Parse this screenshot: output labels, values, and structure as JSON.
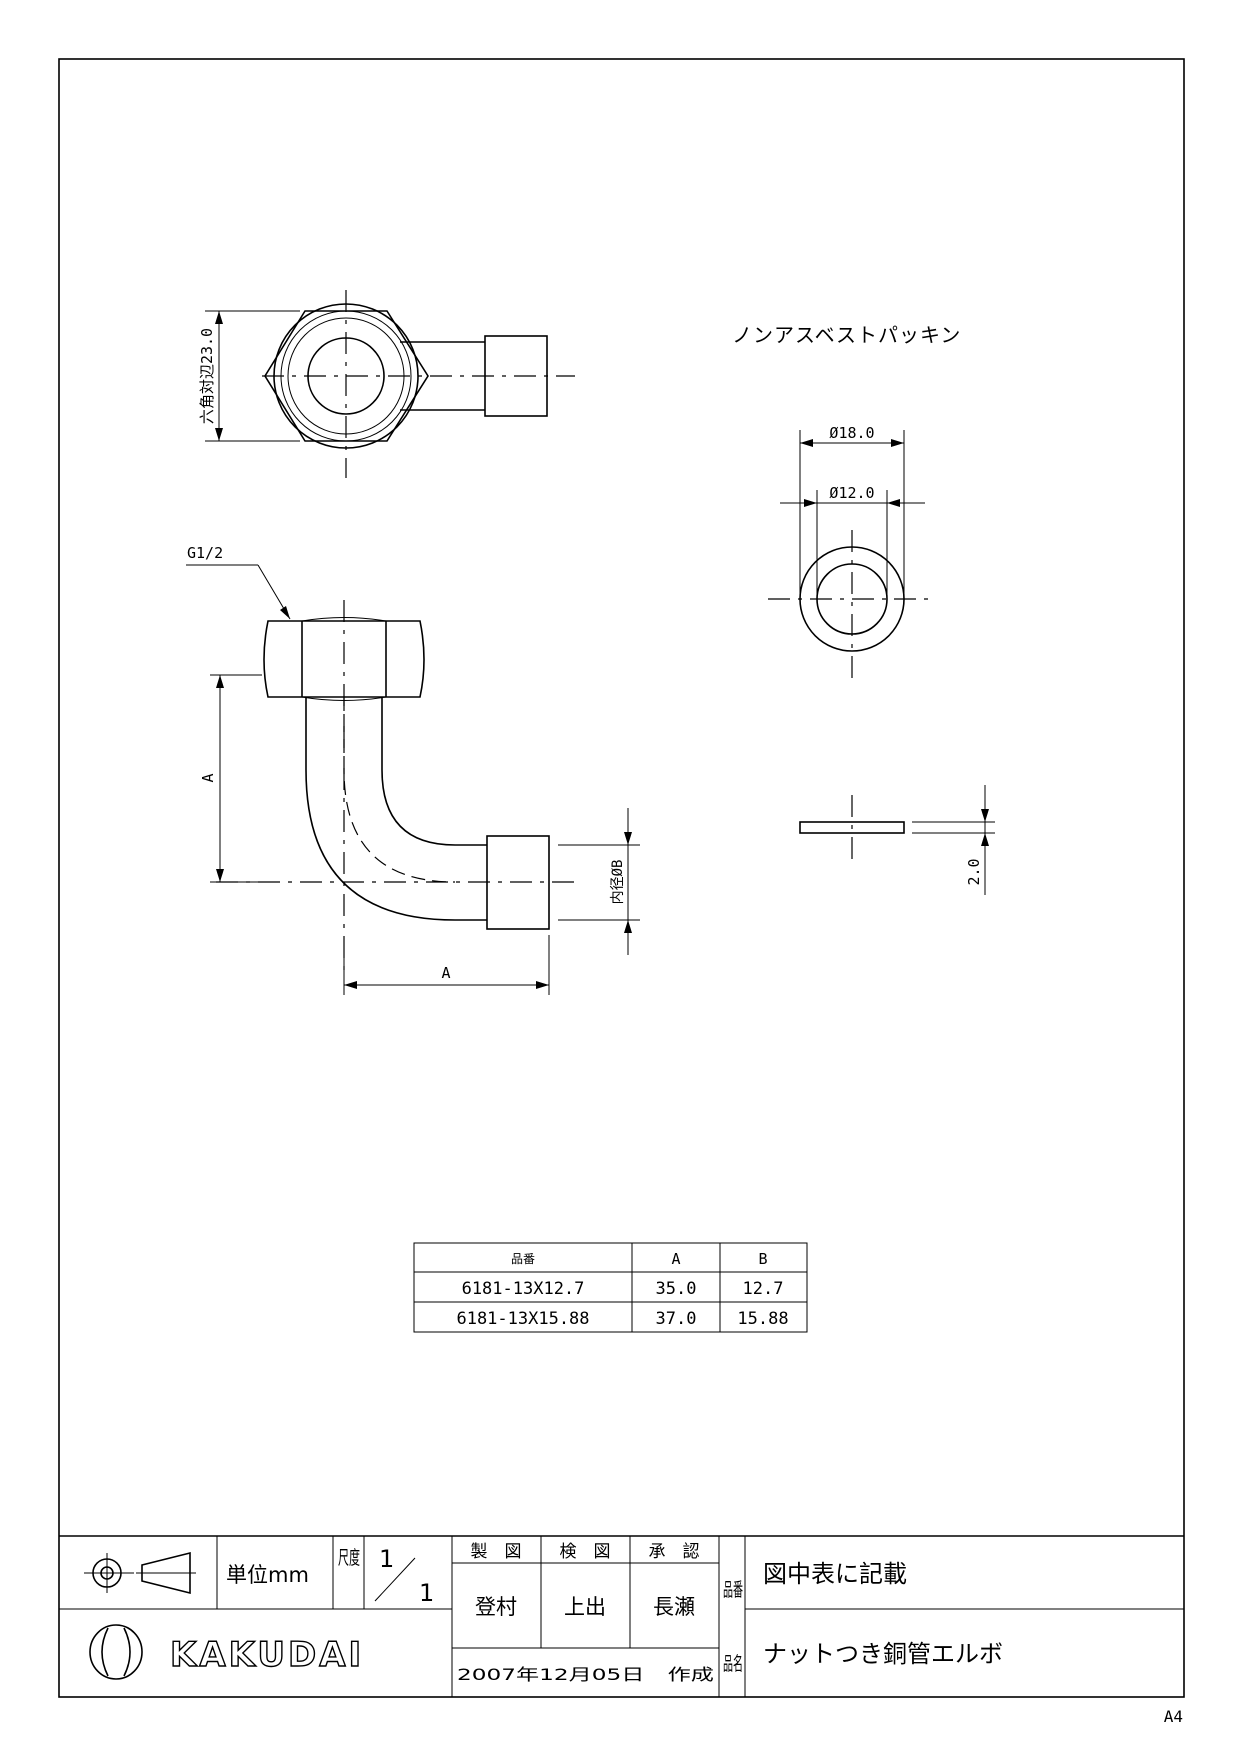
{
  "drawing": {
    "top_view": {
      "hex_flat_label": "六角対辺23.0"
    },
    "side_view": {
      "thread_label": "G1/2",
      "dim_a_vertical": "A",
      "dim_a_horizontal": "A",
      "inner_diameter_label": "内径ØB"
    },
    "packing": {
      "title": "ノンアスベストパッキン",
      "outer_dia": "Ø18.0",
      "inner_dia": "Ø12.0",
      "thickness": "2.0"
    }
  },
  "spec_table": {
    "headers": [
      "品番",
      "A",
      "B"
    ],
    "rows": [
      [
        "6181-13X12.7",
        "35.0",
        "12.7"
      ],
      [
        "6181-13X15.88",
        "37.0",
        "15.88"
      ]
    ]
  },
  "title_block": {
    "unit": "単位mm",
    "scale_label": "尺度",
    "scale_num": "1",
    "scale_den": "1",
    "drawn_label": "製　図",
    "checked_label": "検　図",
    "approved_label": "承　認",
    "drawn_by": "登村",
    "checked_by": "上出",
    "approved_by": "長瀬",
    "part_no_label": "品番",
    "part_no_value": "図中表に記載",
    "part_name_label": "品名",
    "part_name_value": "ナットつき銅管エルボ",
    "date": "2007年12月05日　作成",
    "logo_text": "KAKUDAI"
  },
  "paper_size": "A4"
}
